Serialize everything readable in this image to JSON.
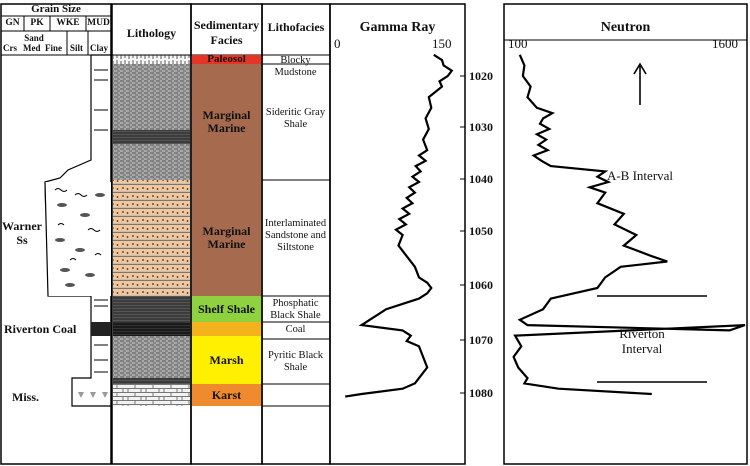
{
  "grain_size": {
    "title": "Grain Size",
    "headers": [
      "GN",
      "PK",
      "WKE",
      "MUD"
    ],
    "sand_label": "Sand",
    "sub": [
      "Crs",
      "Med",
      "Fine",
      "Silt",
      "Clay"
    ]
  },
  "columns": {
    "lithology": "Lithology",
    "facies": "Sedimentary Facies",
    "lithofacies": "Lithofacies"
  },
  "units": [
    "Warner Ss",
    "Riverton Coal",
    "Miss."
  ],
  "facies": [
    {
      "label": "Paleosol",
      "color": "#e53526"
    },
    {
      "label": "Marginal Marine",
      "color": "#a66a4e"
    },
    {
      "label": "Marginal Marine",
      "color": "#a66a4e"
    },
    {
      "label": "Shelf Shale",
      "color": "#8fd13f"
    },
    {
      "label": "",
      "color": "#f4b21c"
    },
    {
      "label": "Marsh",
      "color": "#ffef00"
    },
    {
      "label": "Karst",
      "color": "#f08a2e"
    }
  ],
  "lithofacies": [
    "Blocky",
    "Mudstone",
    "Sideritic Gray Shale",
    "Interlaminated Sandstone and Siltstone",
    "Phosphatic Black Shale",
    "Coal",
    "Pyritic Black Shale"
  ],
  "depths": [
    "1020",
    "1030",
    "1040",
    "1050",
    "1060",
    "1070",
    "1080"
  ],
  "gamma": {
    "title": "Gamma Ray",
    "min": "0",
    "max": "150"
  },
  "neutron": {
    "title": "Neutron",
    "min": "100",
    "max": "1600"
  },
  "intervals": [
    "A-B Interval",
    "Riverton Interval"
  ],
  "chart_data": [
    {
      "type": "line",
      "title": "Gamma Ray",
      "xlim": [
        0,
        150
      ],
      "ylim": [
        1015,
        1083
      ],
      "y_reversed": true,
      "x": [
        118,
        128,
        130,
        140,
        135,
        125,
        128,
        120,
        112,
        115,
        108,
        112,
        105,
        110,
        100,
        108,
        96,
        102,
        92,
        100,
        88,
        95,
        85,
        92,
        80,
        88,
        76,
        84,
        72,
        80,
        75,
        85,
        95,
        100,
        110,
        115,
        110,
        100,
        60,
        30,
        80,
        90,
        85,
        100,
        105,
        110,
        100,
        95,
        80,
        30,
        10
      ],
      "y": [
        1016,
        1017,
        1018,
        1019,
        1020,
        1021,
        1022,
        1023,
        1024,
        1026,
        1028,
        1030,
        1032,
        1034,
        1035,
        1036,
        1037,
        1038,
        1039,
        1040,
        1041,
        1042,
        1043,
        1044,
        1045,
        1046,
        1047,
        1048,
        1049,
        1050,
        1052,
        1054,
        1056,
        1058,
        1059,
        1060,
        1061,
        1062,
        1064,
        1067,
        1068,
        1069,
        1070,
        1071,
        1073,
        1075,
        1077,
        1078,
        1079,
        1080,
        1080.5
      ]
    },
    {
      "type": "line",
      "title": "Neutron",
      "xlim": [
        100,
        1600
      ],
      "ylim": [
        1015,
        1083
      ],
      "y_reversed": true,
      "x": [
        150,
        180,
        170,
        220,
        200,
        260,
        360,
        300,
        280,
        340,
        260,
        320,
        270,
        330,
        240,
        290,
        350,
        700,
        650,
        720,
        600,
        700,
        650,
        820,
        760,
        900,
        820,
        1000,
        1100,
        800,
        700,
        650,
        350,
        300,
        150,
        200,
        1500,
        1600,
        120,
        160,
        110,
        140,
        200,
        180,
        400,
        1000
      ],
      "y": [
        1016,
        1018,
        1020,
        1022,
        1024,
        1026,
        1027,
        1028,
        1029,
        1030,
        1031,
        1032,
        1033,
        1034,
        1035,
        1036,
        1037,
        1038,
        1039,
        1040,
        1041,
        1042,
        1044,
        1046,
        1048,
        1050,
        1052,
        1054,
        1055,
        1056,
        1058,
        1060,
        1062,
        1064,
        1066,
        1067,
        1068,
        1067,
        1069,
        1071,
        1073,
        1075,
        1077,
        1078,
        1079,
        1080
      ]
    }
  ]
}
